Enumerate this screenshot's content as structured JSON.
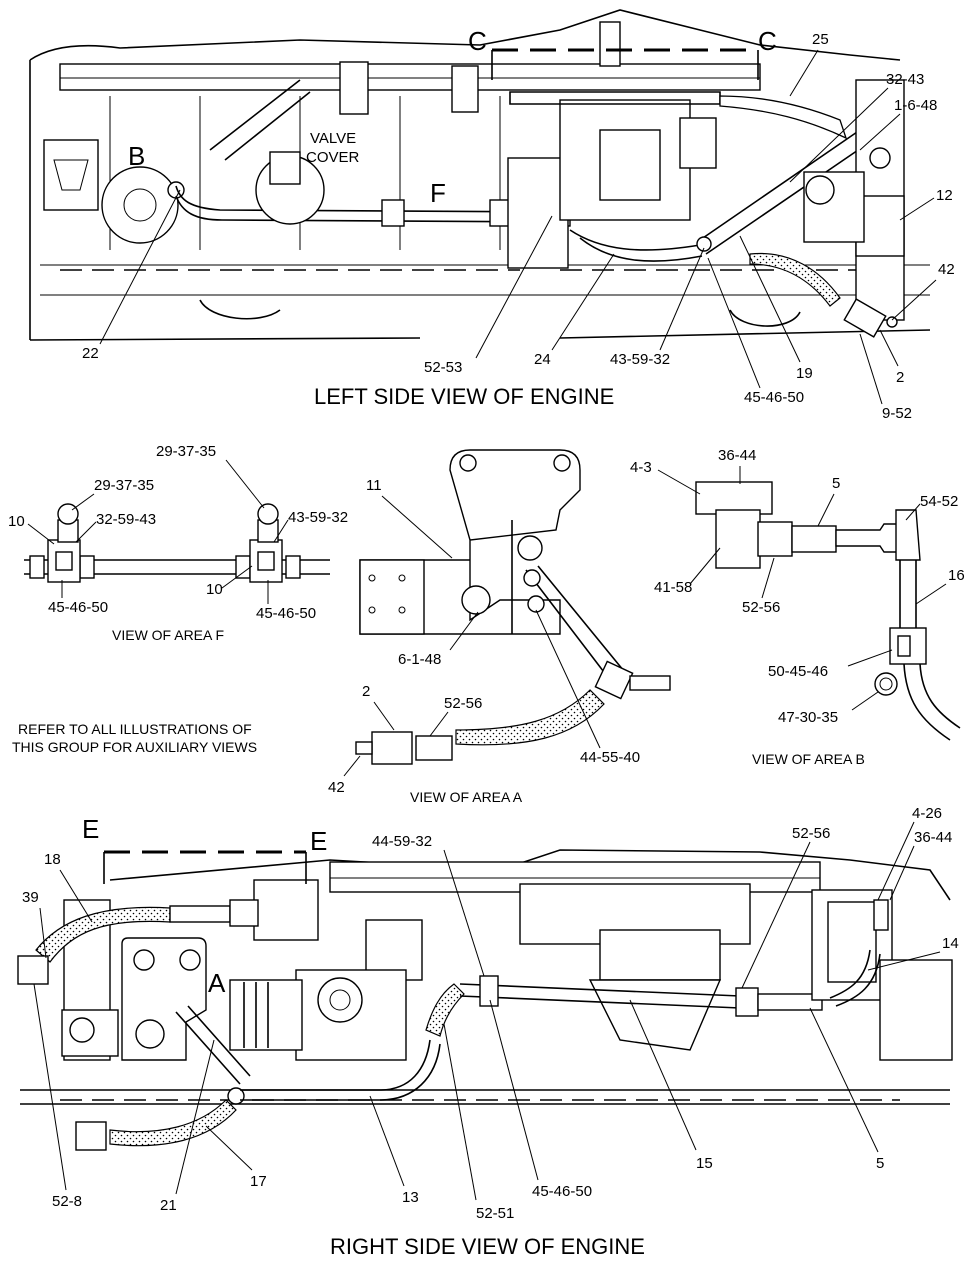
{
  "top_view": {
    "title": "LEFT SIDE VIEW OF ENGINE",
    "section_letters": {
      "c_left": "C",
      "c_right": "C",
      "b": "B",
      "f": "F"
    },
    "valve_cover": [
      "VALVE",
      "COVER"
    ],
    "callouts": {
      "c25": "25",
      "c32_43": "32-43",
      "c1_6_48": "1-6-48",
      "c12": "12",
      "c42": "42",
      "c2": "2",
      "c9_52": "9-52",
      "c45_46_50": "45-46-50",
      "c19": "19",
      "c43_59_32": "43-59-32",
      "c24": "24",
      "c52_53": "52-53",
      "c22": "22"
    }
  },
  "area_f": {
    "title": "VIEW OF AREA  F",
    "callouts": {
      "c29_37_35_a": "29-37-35",
      "c29_37_35_b": "29-37-35",
      "c10_a": "10",
      "c32_59_43": "32-59-43",
      "c43_59_32": "43-59-32",
      "c10_b": "10",
      "c45_46_50_a": "45-46-50",
      "c45_46_50_b": "45-46-50"
    }
  },
  "area_a": {
    "title": "VIEW OF AREA  A",
    "callouts": {
      "c11": "11",
      "c6_1_48": "6-1-48",
      "c44_55_40": "44-55-40",
      "c2": "2",
      "c52_56": "52-56",
      "c42": "42"
    }
  },
  "area_b": {
    "title": "VIEW OF AREA  B",
    "callouts": {
      "c4_3": "4-3",
      "c36_44": "36-44",
      "c5": "5",
      "c54_52": "54-52",
      "c41_58": "41-58",
      "c52_56": "52-56",
      "c16": "16",
      "c50_45_46": "50-45-46",
      "c47_30_35": "47-30-35"
    }
  },
  "note": [
    "REFER TO ALL ILLUSTRATIONS OF",
    "THIS GROUP FOR AUXILIARY VIEWS"
  ],
  "bottom_view": {
    "title": "RIGHT SIDE VIEW OF ENGINE",
    "section_letters": {
      "e_left": "E",
      "e_right": "E",
      "a": "A"
    },
    "callouts": {
      "c18": "18",
      "c39": "39",
      "c44_59_32": "44-59-32",
      "c52_56": "52-56",
      "c4_26": "4-26",
      "c36_44": "36-44",
      "c14": "14",
      "c5": "5",
      "c15": "15",
      "c45_46_50": "45-46-50",
      "c52_51": "52-51",
      "c13": "13",
      "c17": "17",
      "c21": "21",
      "c52_8": "52-8"
    }
  }
}
